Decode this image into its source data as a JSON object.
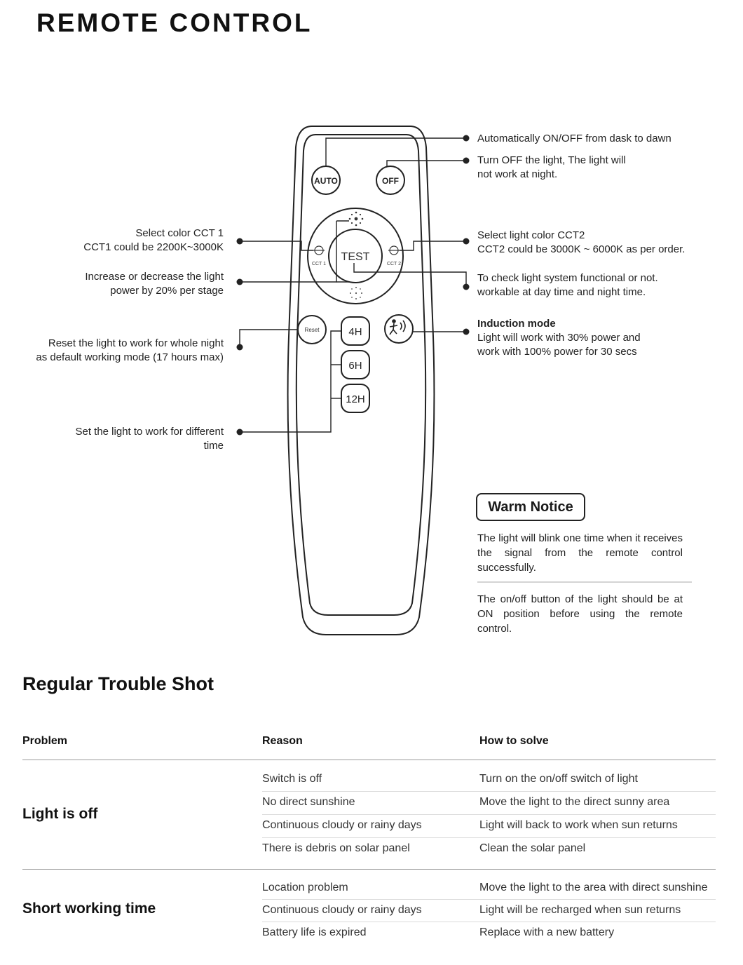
{
  "page": {
    "title": "REMOTE CONTROL"
  },
  "remote": {
    "buttons": {
      "auto": "AUTO",
      "off": "OFF",
      "test": "TEST",
      "cct1": "CCT 1",
      "cct2": "CCT 2",
      "reset": "Reset",
      "h4": "4H",
      "h6": "6H",
      "h12": "12H"
    }
  },
  "callouts": {
    "auto": "Automatically ON/OFF from dask to dawn",
    "off": [
      "Turn OFF the light, The light will",
      "not work at night."
    ],
    "cct1": [
      "Select color CCT 1",
      "CCT1 could be 2200K~3000K"
    ],
    "cct2": [
      "Select light color CCT2",
      "CCT2 could be 3000K ~ 6000K as per order."
    ],
    "power": [
      "Increase or decrease the light",
      "power by 20% per stage"
    ],
    "test": [
      "To check light system functional or not.",
      "workable at day time and night time."
    ],
    "reset": [
      "Reset the light  to work for whole night",
      "as default working mode (17 hours max)"
    ],
    "induction_title": "Induction mode",
    "induction": [
      "Light will work with 30% power and",
      "work with 100% power for 30 secs"
    ],
    "time": [
      "Set the light to work for different",
      "time"
    ]
  },
  "warm_notice": {
    "title": "Warm Notice",
    "p1": "The light will blink one time when it receives the signal from the remote control successfully.",
    "p2": "The on/off button of the light should be at ON position before using the remote control."
  },
  "trouble": {
    "title": "Regular Trouble Shot",
    "headers": [
      "Problem",
      "Reason",
      "How to solve"
    ],
    "groups": [
      {
        "problem": "Light is off",
        "rows": [
          [
            "Switch is off",
            "Turn on the on/off switch of light"
          ],
          [
            "No direct sunshine",
            "Move the light to the direct sunny area"
          ],
          [
            "Continuous cloudy or rainy days",
            "Light will back to work when sun returns"
          ],
          [
            "There is debris on solar panel",
            "Clean the solar panel"
          ]
        ]
      },
      {
        "problem": "Short working time",
        "rows": [
          [
            "Location problem",
            "Move the light to the area with direct sunshine"
          ],
          [
            "Continuous cloudy or rainy days",
            "Light will be recharged when sun returns"
          ],
          [
            "Battery life is expired",
            "Replace with a new battery"
          ]
        ]
      }
    ]
  }
}
